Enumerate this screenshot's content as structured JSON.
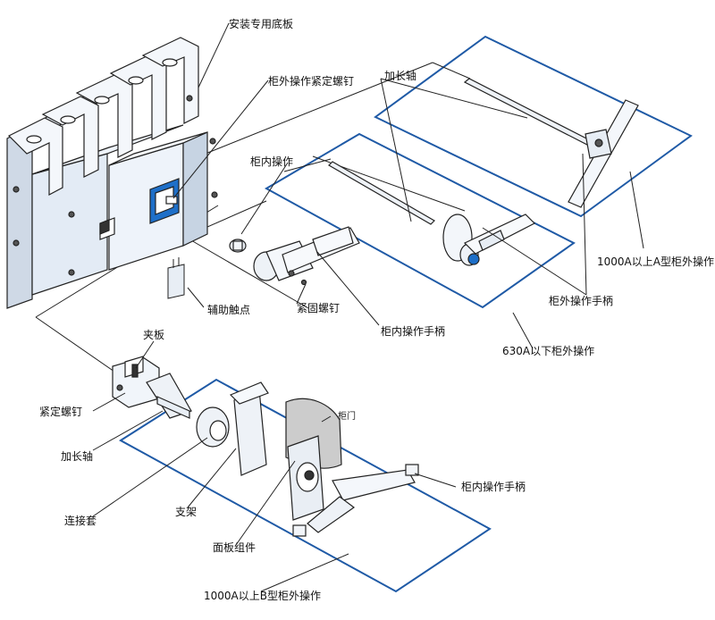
{
  "labels": {
    "base_plate": "安装专用底板",
    "ext_fastening_screw": "柜外操作紧定螺钉",
    "extension_shaft_top": "加长轴",
    "internal_operation": "柜内操作",
    "type_a_1000": "1000A以上A型柜外操作",
    "external_handle": "柜外操作手柄",
    "aux_contact": "辅助触点",
    "fastening_screw": "紧固螺钉",
    "internal_handle_top": "柜内操作手柄",
    "op_630": "630A以下柜外操作",
    "clamp_plate": "夹板",
    "set_screw": "紧定螺钉",
    "cabinet_door": "柜门",
    "extension_shaft_bottom": "加长轴",
    "internal_handle_bottom": "柜内操作手柄",
    "bracket": "支架",
    "coupling_sleeve": "连接套",
    "panel_assembly": "面板组件",
    "type_b_1000": "1000A以上B型柜外操作"
  },
  "colors": {
    "frame_blue": "#1f5aa6",
    "line": "#222222",
    "switch_face": "#dfe8f3",
    "handle_blue": "#1e6fc8"
  }
}
